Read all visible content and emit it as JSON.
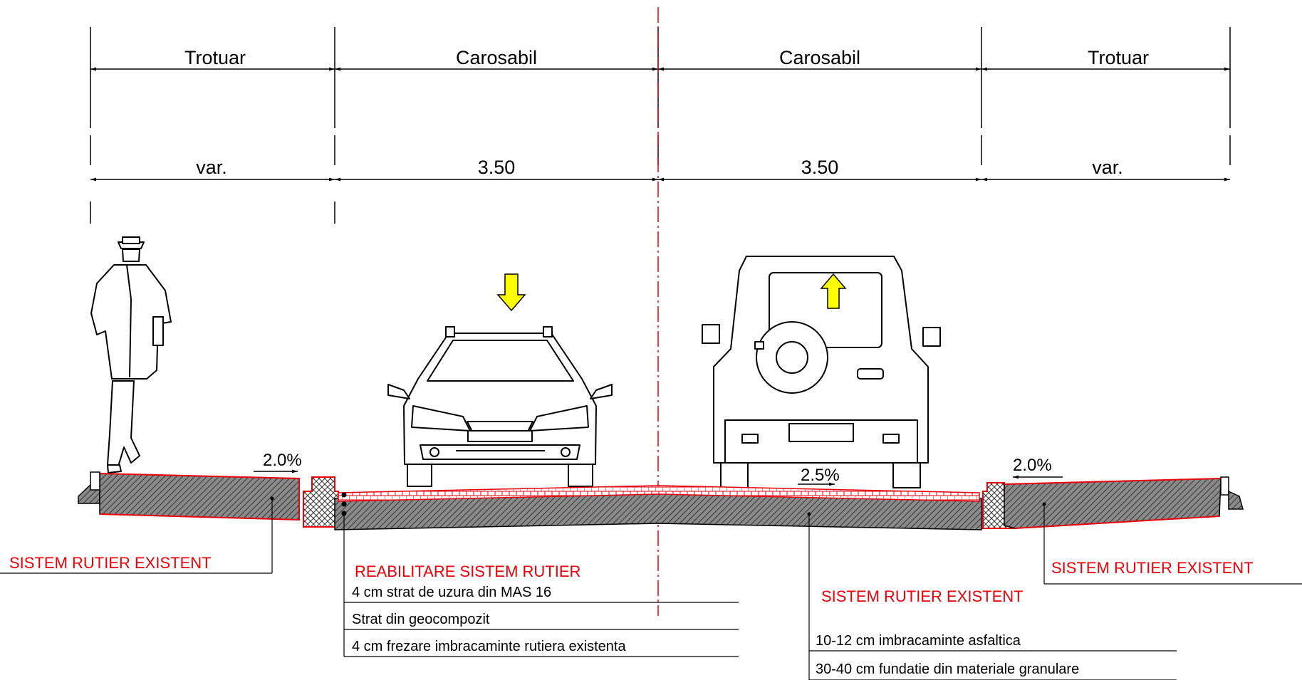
{
  "sections": [
    {
      "name": "Trotuar",
      "width": "var."
    },
    {
      "name": "Carosabil",
      "width": "3.50"
    },
    {
      "name": "Carosabil",
      "width": "3.50"
    },
    {
      "name": "Trotuar",
      "width": "var."
    }
  ],
  "slopes": {
    "left_sidewalk": "2.0%",
    "right_roadway": "2.5%",
    "right_sidewalk": "2.0%"
  },
  "callouts": {
    "left_existing": {
      "title": "SISTEM RUTIER EXISTENT"
    },
    "rehabilitation": {
      "title": "REABILITARE SISTEM RUTIER",
      "layers": [
        "4 cm strat de uzura din MAS 16",
        "Strat din geocompozit",
        "4 cm frezare imbracaminte rutiera existenta"
      ]
    },
    "roadway_existing": {
      "title": "SISTEM RUTIER EXISTENT",
      "layers": [
        "10-12 cm imbracaminte asfaltica",
        "30-40 cm fundatie din materiale granulare"
      ]
    },
    "right_existing": {
      "title": "SISTEM RUTIER EXISTENT"
    }
  },
  "colors": {
    "annotation_red": "#e8000b",
    "direction_arrow": "#ffff00",
    "hatch": "#555555"
  }
}
